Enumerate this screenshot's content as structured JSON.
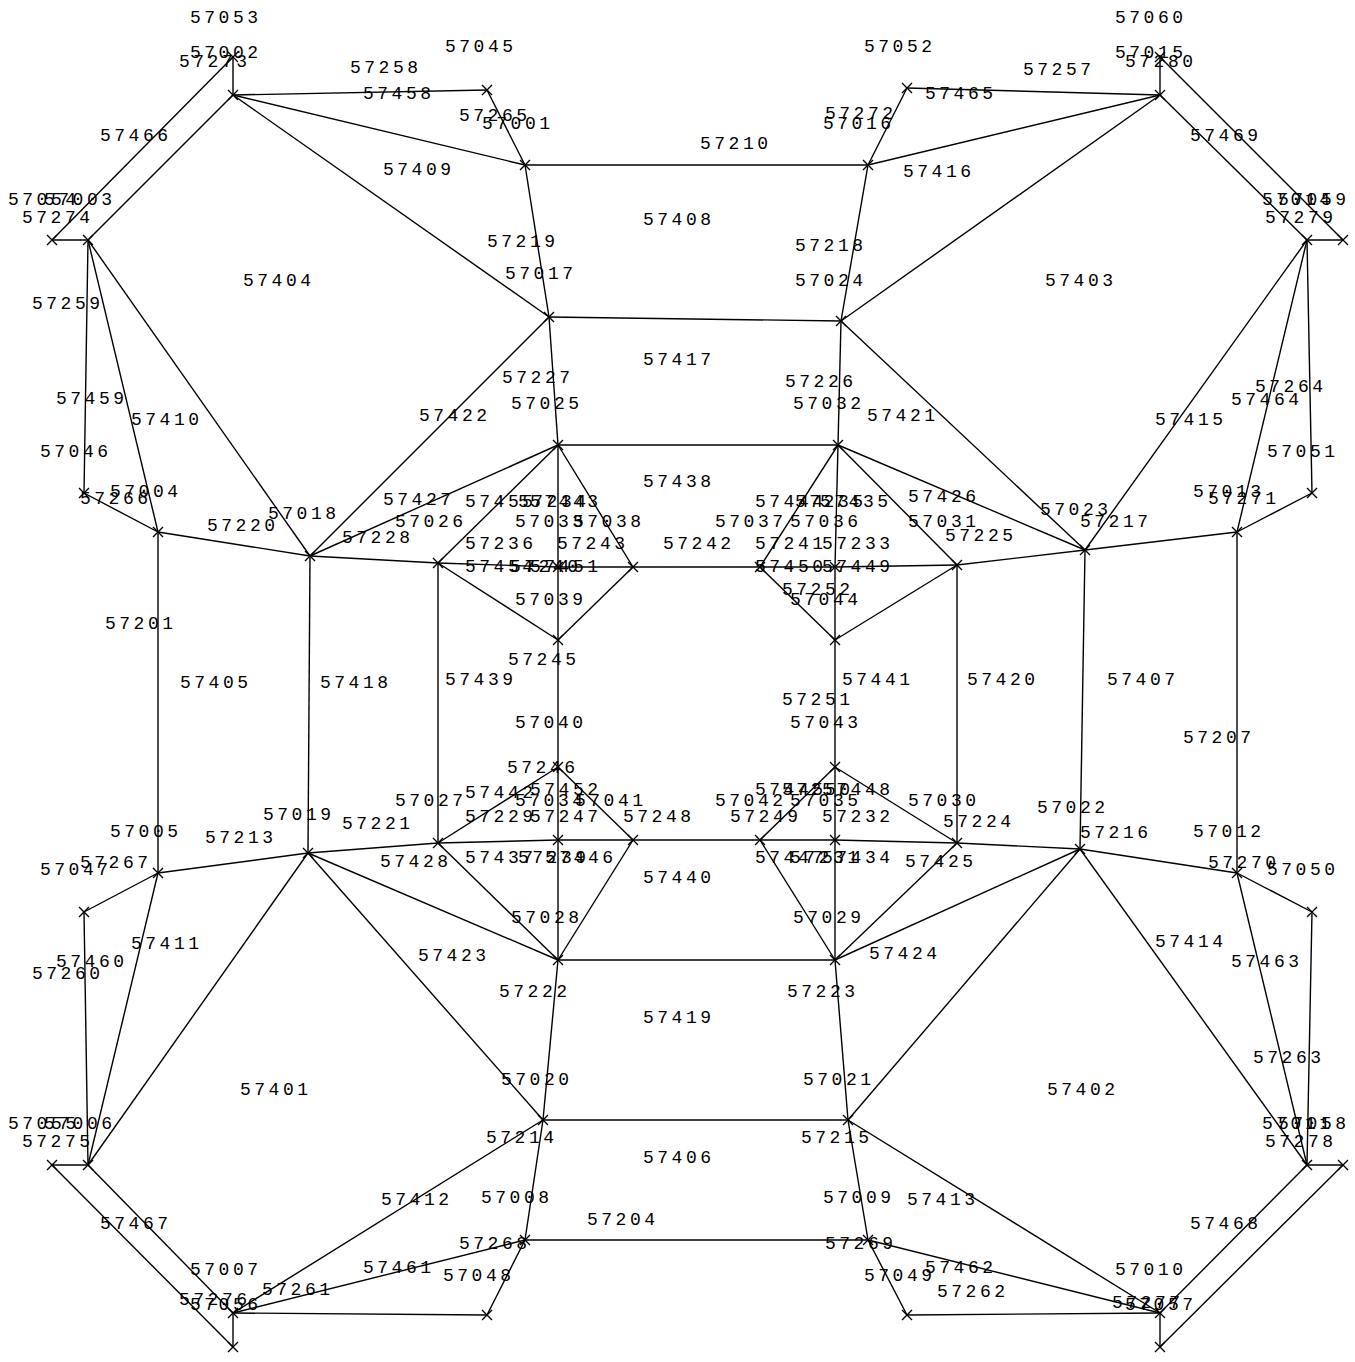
{
  "diagram": {
    "labels": [
      "57053",
      "57002",
      "57273",
      "57045",
      "57258",
      "57458",
      "57265",
      "57001",
      "57210",
      "57052",
      "57272",
      "57016",
      "57465",
      "57257",
      "57060",
      "57015",
      "57280",
      "57466",
      "57469",
      "57409",
      "57416",
      "57054",
      "57003",
      "57274",
      "57014",
      "57059",
      "57279",
      "57408",
      "57219",
      "57218",
      "57017",
      "57024",
      "57404",
      "57403",
      "57259",
      "57417",
      "57227",
      "57226",
      "57264",
      "57459",
      "57025",
      "57032",
      "57464",
      "57410",
      "57422",
      "57421",
      "57415",
      "57046",
      "57051",
      "57438",
      "57004",
      "57266",
      "57427",
      "57455",
      "57234",
      "57443",
      "57444",
      "57235",
      "57435",
      "57033",
      "57038",
      "57026",
      "57037",
      "57036",
      "57031",
      "57426",
      "57023",
      "57013",
      "57271",
      "57217",
      "57018",
      "57220",
      "57228",
      "57236",
      "57243",
      "57242",
      "57241",
      "57233",
      "57225",
      "57454",
      "57240",
      "57451",
      "57450",
      "57449",
      "57252",
      "57044",
      "57039",
      "57245",
      "57439",
      "57441",
      "57420",
      "57407",
      "57405",
      "57418",
      "57201",
      "57251",
      "57043",
      "57040",
      "57207",
      "57246",
      "57452",
      "57442",
      "57034",
      "57041",
      "57027",
      "57229",
      "57247",
      "57248",
      "57042",
      "57035",
      "57445",
      "57250",
      "57448",
      "57249",
      "57232",
      "57030",
      "57224",
      "57022",
      "57216",
      "57012",
      "57270",
      "57050",
      "57019",
      "57213",
      "57221",
      "57005",
      "57267",
      "57047",
      "57428",
      "57425",
      "57437",
      "57239",
      "57446",
      "57447",
      "57231",
      "57434",
      "57440",
      "57028",
      "57029",
      "57423",
      "57424",
      "57414",
      "57411",
      "57460",
      "57260",
      "57463",
      "57222",
      "57223",
      "57419",
      "57263",
      "57020",
      "57021",
      "57401",
      "57402",
      "57055",
      "57006",
      "57275",
      "57011",
      "57058",
      "57278",
      "57214",
      "57215",
      "57406",
      "57008",
      "57009",
      "57412",
      "57413",
      "57204",
      "57467",
      "57468",
      "57268",
      "57269",
      "57461",
      "57048",
      "57049",
      "57462",
      "57262",
      "57261",
      "57007",
      "57276",
      "57056",
      "57010",
      "57277",
      "57057"
    ]
  }
}
